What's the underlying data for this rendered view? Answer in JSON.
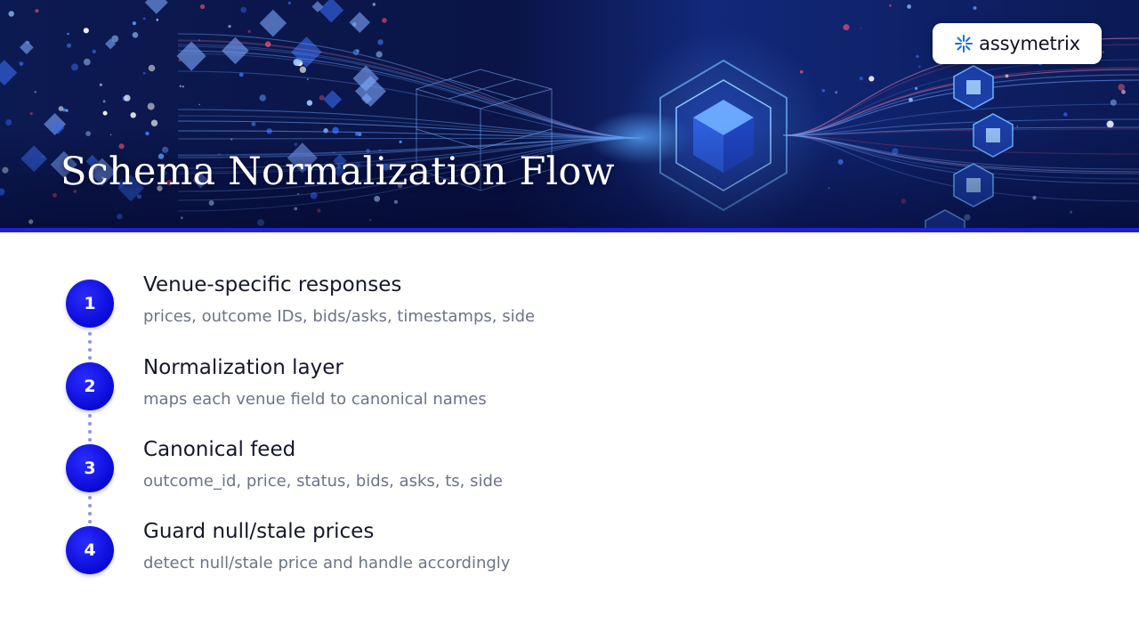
{
  "header": {
    "title": "Schema Normalization Flow",
    "logo_text": "assymetrix",
    "icons": [
      "network-graphic",
      "hexagon-cube-icon",
      "logo-spark-icon"
    ]
  },
  "colors": {
    "banner_bg": "#0a1446",
    "accent": "#1f1fe0",
    "step_circle": "#0a0ad6",
    "title_text": "#15182a",
    "desc_text": "#6b7487"
  },
  "steps": [
    {
      "number": "1",
      "title": "Venue-specific responses",
      "description": "prices, outcome IDs, bids/asks, timestamps, side"
    },
    {
      "number": "2",
      "title": "Normalization layer",
      "description": "maps each venue field to canonical names"
    },
    {
      "number": "3",
      "title": "Canonical feed",
      "description": "outcome_id, price, status, bids, asks, ts, side"
    },
    {
      "number": "4",
      "title": "Guard null/stale prices",
      "description": "detect null/stale price and handle accordingly"
    }
  ]
}
